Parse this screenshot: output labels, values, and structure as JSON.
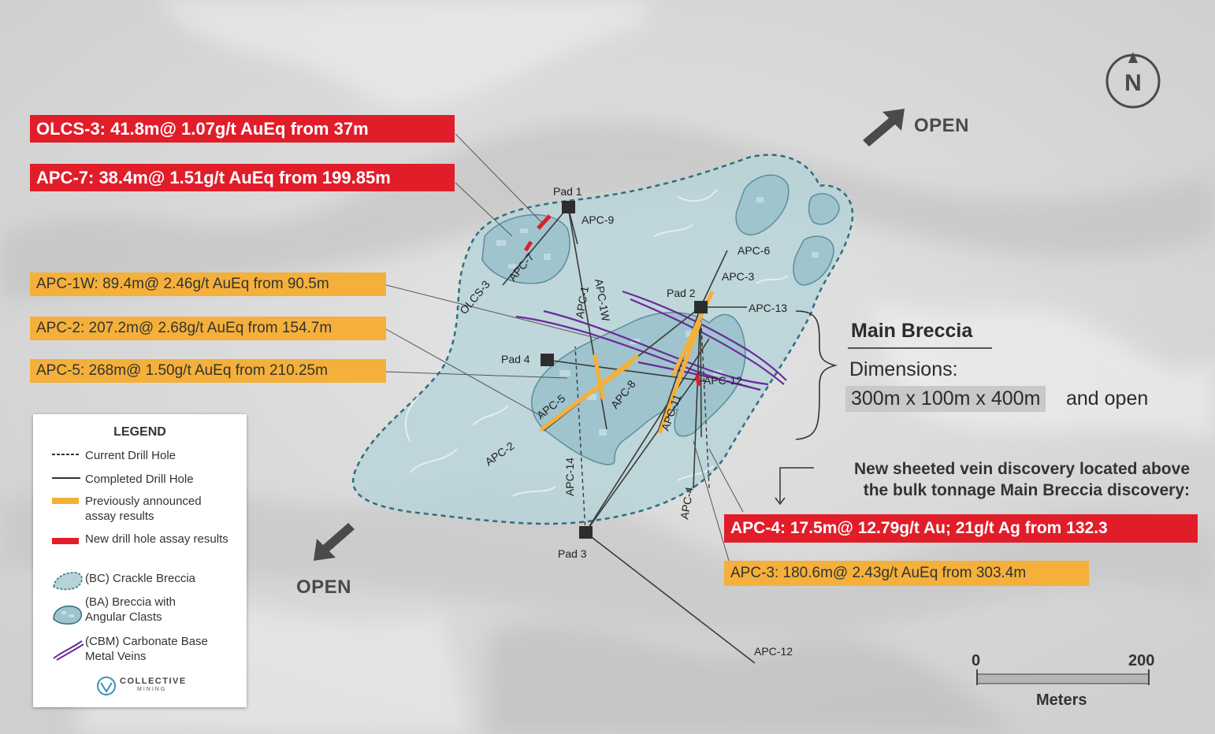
{
  "callouts": {
    "olcs3": "OLCS-3: 41.8m@ 1.07g/t AuEq from 37m",
    "apc7": "APC-7: 38.4m@ 1.51g/t AuEq from 199.85m",
    "apc1w": "APC-1W: 89.4m@ 2.46g/t AuEq from 90.5m",
    "apc2": "APC-2: 207.2m@ 2.68g/t AuEq from 154.7m",
    "apc5": "APC-5: 268m@ 1.50g/t AuEq from 210.25m",
    "apc4": "APC-4: 17.5m@ 12.79g/t Au; 21g/t Ag from 132.3",
    "apc3": "APC-3: 180.6m@ 2.43g/t AuEq from 303.4m"
  },
  "open_labels": {
    "ne": "OPEN",
    "sw": "OPEN"
  },
  "north_arrow": {
    "letter": "N",
    "icon": "north-arrow-icon"
  },
  "pads": {
    "pad1": "Pad 1",
    "pad2": "Pad 2",
    "pad3": "Pad 3",
    "pad4": "Pad 4"
  },
  "holes": {
    "apc9": "APC-9",
    "apc6": "APC-6",
    "apc3": "APC-3",
    "apc13": "APC-13",
    "apc12": "APC-12",
    "apc1": "APC-1",
    "apc1w": "APC-1W",
    "apc5": "APC-5",
    "apc8": "APC-8",
    "apc11": "APC-11",
    "apc2": "APC-2",
    "apc14": "APC-14",
    "apc4": "APC-4",
    "apc7": "APC-7",
    "olcs3": "OLCS-3",
    "apc12_far": "APC-12"
  },
  "main_breccia": {
    "title": "Main Breccia",
    "dimensions_label": "Dimensions:",
    "dimensions_value": "300m x 100m x 400m",
    "open_suffix": "and open"
  },
  "vein_discovery": {
    "line1": "New sheeted vein discovery located above",
    "line2": "the bulk tonnage Main Breccia discovery:"
  },
  "legend": {
    "title": "LEGEND",
    "items": [
      "Current Drill Hole",
      "Completed Drill Hole",
      "Previously announced assay results",
      "New drill hole assay results",
      "(BC) Crackle Breccia",
      "(BA) Breccia with Angular Clasts",
      "(CBM) Carbonate Base Metal Veins"
    ],
    "brand": "COLLECTIVE",
    "brand_sub": "MINING"
  },
  "scale_bar": {
    "start": "0",
    "end": "200",
    "unit": "Meters"
  },
  "colors": {
    "red": "#e11d2a",
    "amber": "#f4b03a",
    "breccia_fill": "#b7d3d9",
    "breccia_outline": "#2e6e80",
    "vein": "#6a2a9a"
  }
}
